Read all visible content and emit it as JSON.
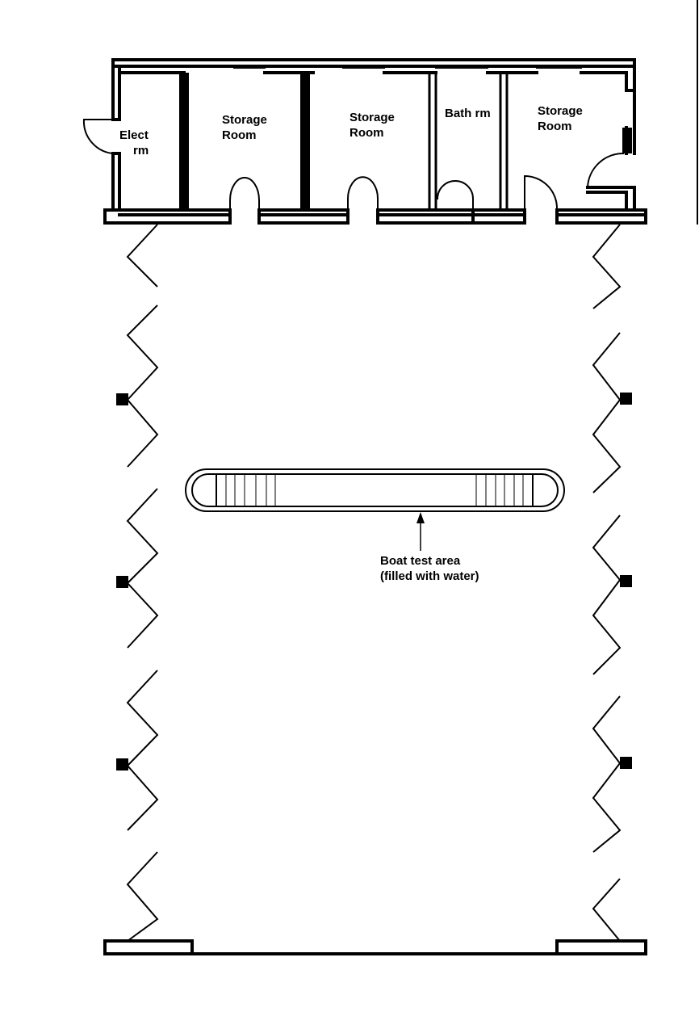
{
  "rooms": {
    "elect": {
      "line1": "Elect",
      "line2": "rm"
    },
    "storage1": {
      "line1": "Storage",
      "line2": "Room"
    },
    "storage2": {
      "line1": "Storage",
      "line2": "Room"
    },
    "bath": {
      "line1": "Bath rm"
    },
    "storage3": {
      "line1": "Storage",
      "line2": "Room"
    }
  },
  "test_area": {
    "line1": "Boat test area",
    "line2": "(filled with water)"
  },
  "colors": {
    "ink": "#000000",
    "paper": "#ffffff"
  }
}
